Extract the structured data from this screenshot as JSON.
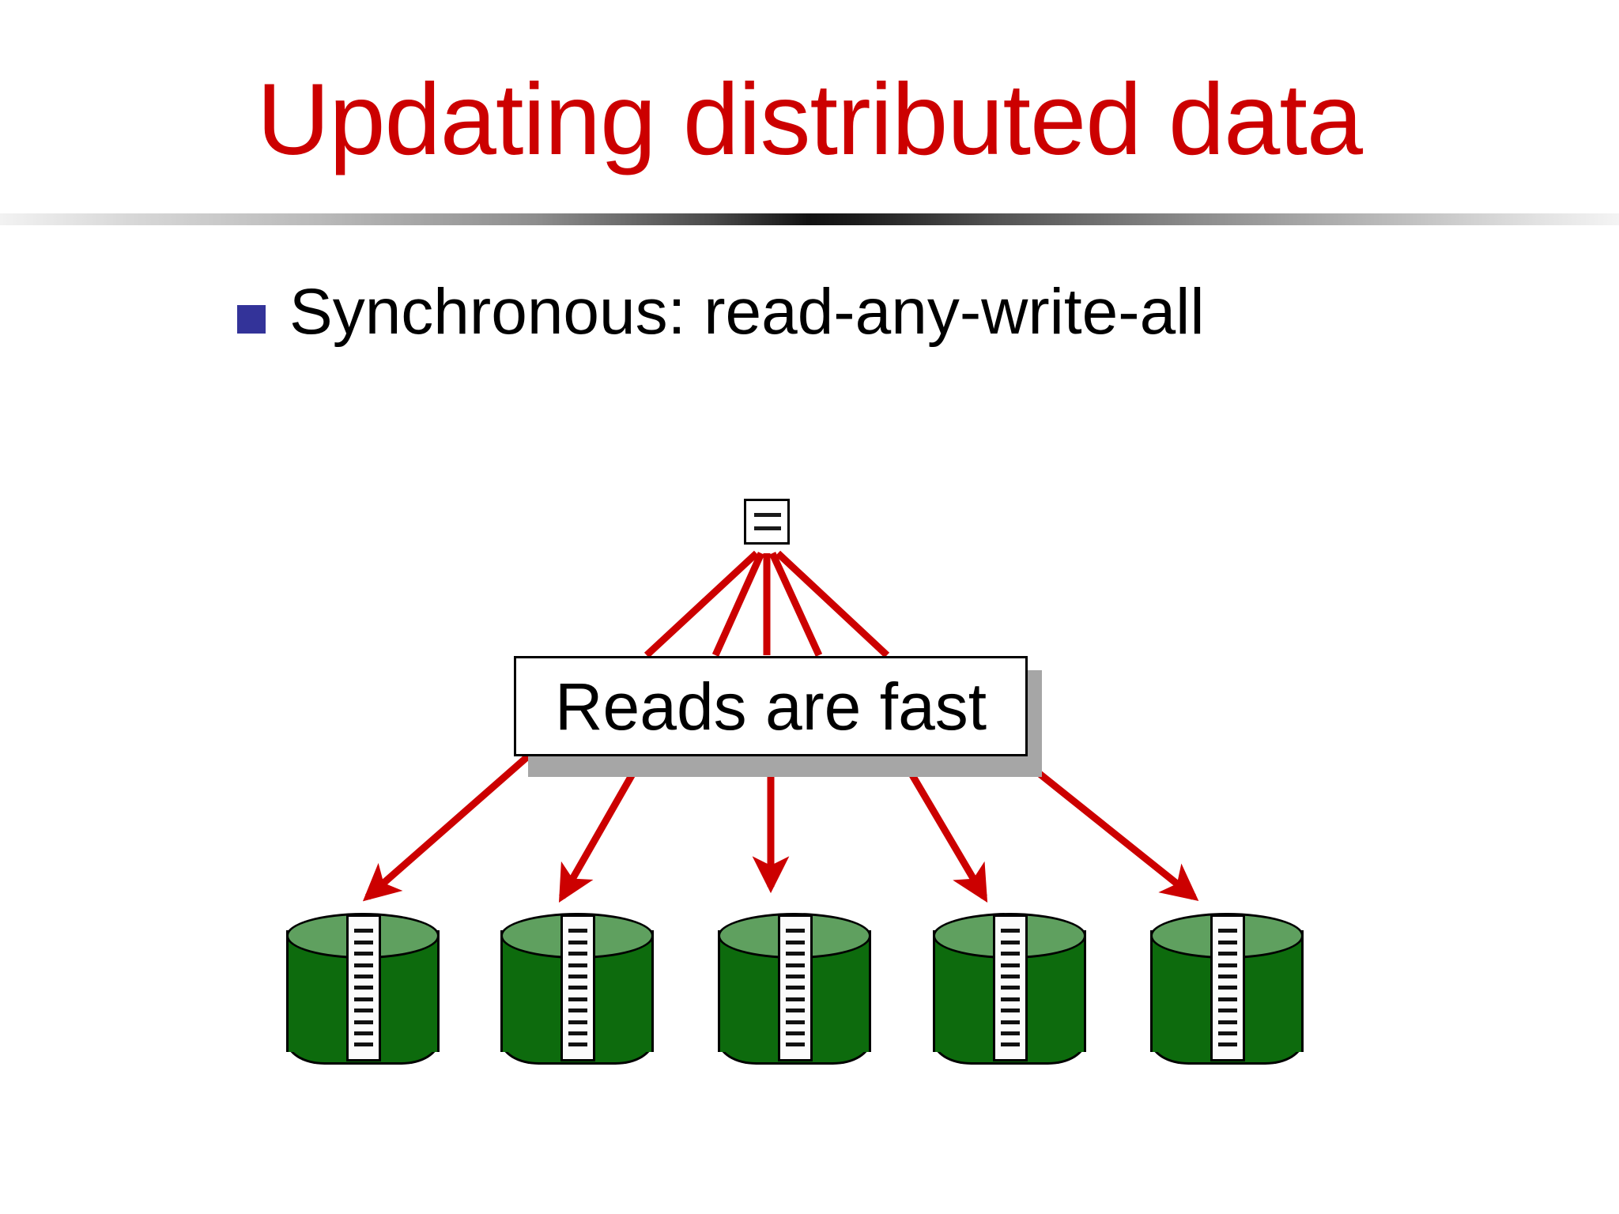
{
  "slide": {
    "title": "Updating distributed data",
    "title_color": "#cc0000",
    "background_color": "#ffffff",
    "bullets": [
      {
        "marker": "square-bullet",
        "marker_color": "#333399",
        "text": "Synchronous: read-any-write-all"
      }
    ]
  },
  "diagram": {
    "client_node": {
      "label": "client-node",
      "line_count": 2
    },
    "callout": {
      "text": "Reads are fast",
      "shadow_color": "#a6a6a6",
      "border_color": "#000000",
      "fill_color": "#ffffff"
    },
    "arrow_color": "#cc0000",
    "upper_connector_count": 5,
    "lower_arrow_count": 5,
    "databases": [
      {
        "name": "database-1",
        "tick_count": 11
      },
      {
        "name": "database-2",
        "tick_count": 11
      },
      {
        "name": "database-3",
        "tick_count": 11
      },
      {
        "name": "database-4",
        "tick_count": 11
      },
      {
        "name": "database-5",
        "tick_count": 11
      }
    ],
    "database_colors": {
      "body": "#0d6b0d",
      "top": "#5fa05f",
      "strip": "#fbfbfb",
      "outline": "#000000"
    }
  }
}
